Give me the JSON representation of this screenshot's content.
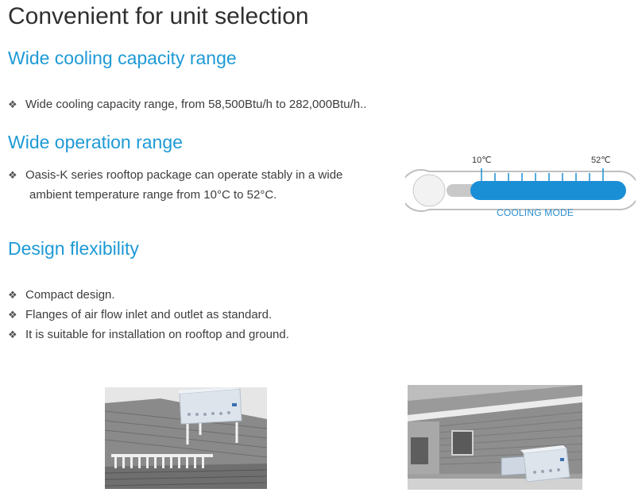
{
  "title": "Convenient for unit selection",
  "sections": [
    {
      "heading": "Wide cooling capacity range",
      "bullets": [
        "Wide cooling capacity range, from 58,500Btu/h to 282,000Btu/h.."
      ]
    },
    {
      "heading": "Wide operation range",
      "bullets": [
        "Oasis-K series rooftop package can operate stably in a wide",
        "ambient temperature range from 10°C to 52°C."
      ]
    },
    {
      "heading": "Design flexibility",
      "bullets": [
        "Compact design.",
        "Flanges of air flow inlet and outlet as standard.",
        "It is suitable for installation on rooftop and ground."
      ]
    }
  ],
  "bullet_glyph": "❖",
  "thermometer": {
    "low_label": "10℃",
    "high_label": "52℃",
    "mode_label": "COOLING MODE",
    "low_value": 10,
    "high_value": 52,
    "fill_color": "#1a8fd6"
  },
  "photos": [
    {
      "icon": "rooftop-unit-photo"
    },
    {
      "icon": "ground-unit-photo"
    }
  ]
}
